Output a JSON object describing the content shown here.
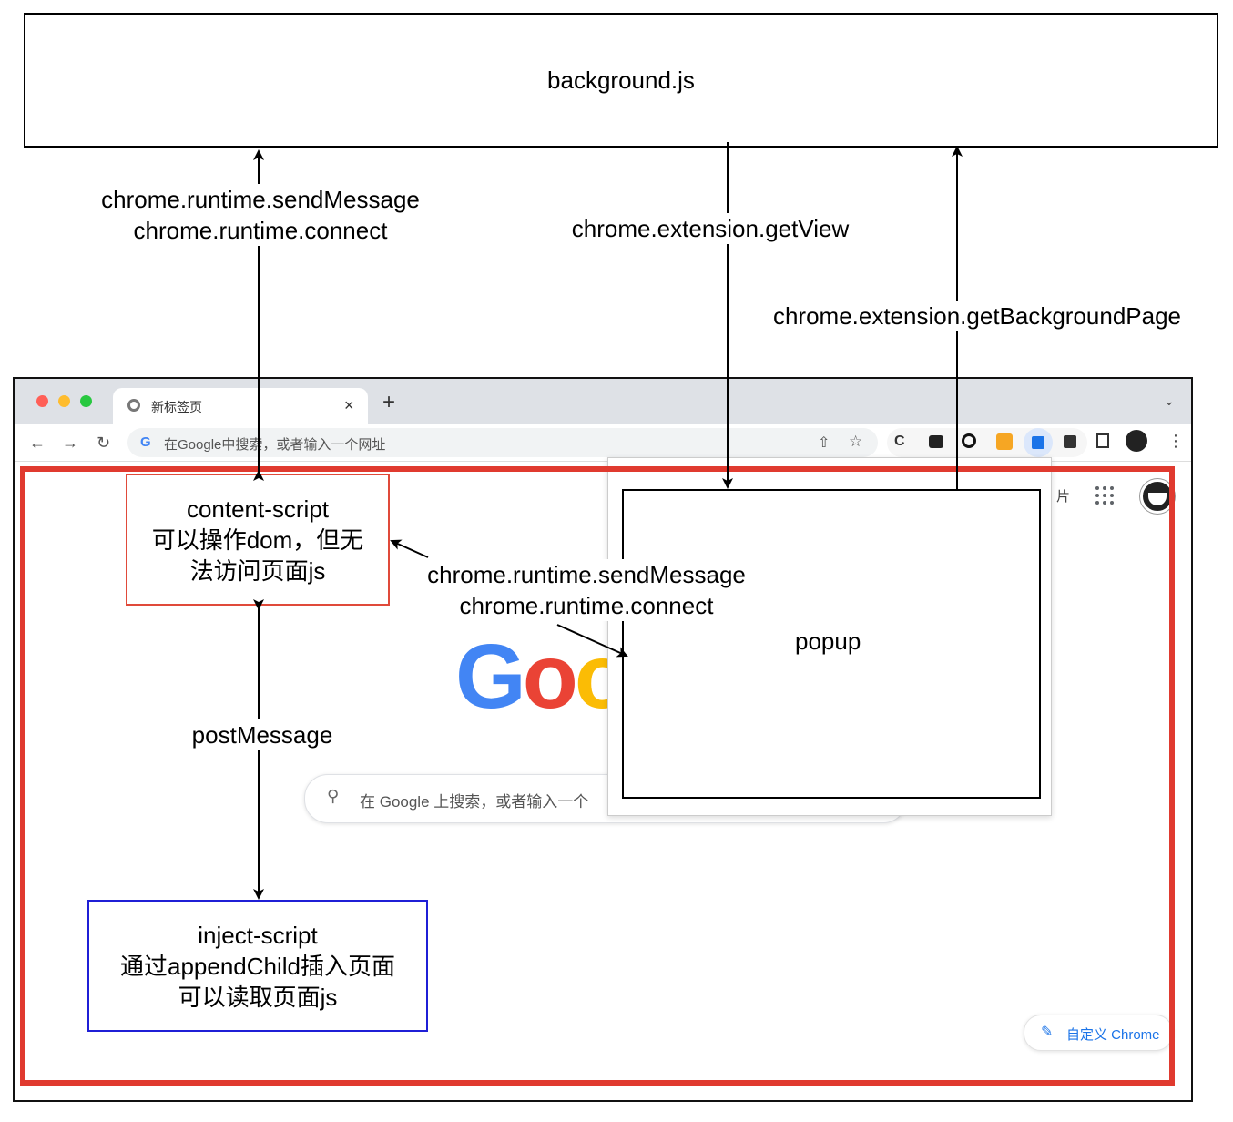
{
  "background_box": {
    "label": "background.js"
  },
  "arrow_labels": {
    "send_connect_top": [
      "chrome.runtime.sendMessage",
      "chrome.runtime.connect"
    ],
    "get_view": "chrome.extension.getView",
    "get_background_page": "chrome.extension.getBackgroundPage",
    "send_connect_popup": [
      "chrome.runtime.sendMessage",
      "chrome.runtime.connect"
    ],
    "post_message": "postMessage"
  },
  "content_script_box": {
    "lines": [
      "content-script",
      "可以操作dom，但无",
      "法访问页面js"
    ]
  },
  "inject_script_box": {
    "lines": [
      "inject-script",
      "通过appendChild插入页面",
      "可以读取页面js"
    ]
  },
  "popup_box": {
    "label": "popup"
  },
  "browser": {
    "tab_title": "新标签页",
    "tab_close": "×",
    "new_tab": "+",
    "omnibox_text": "在Google中搜索，或者输入一个网址",
    "search_placeholder": "在 Google 上搜索，或者输入一个",
    "customize_label": "自定义 Chrome",
    "partial_link": "片",
    "google_logo": [
      "G",
      "o",
      "o"
    ]
  },
  "colors": {
    "page_frame": "#e03a2f",
    "content_box_border": "#e04a3a",
    "inject_box_border": "#1f1fd6"
  }
}
